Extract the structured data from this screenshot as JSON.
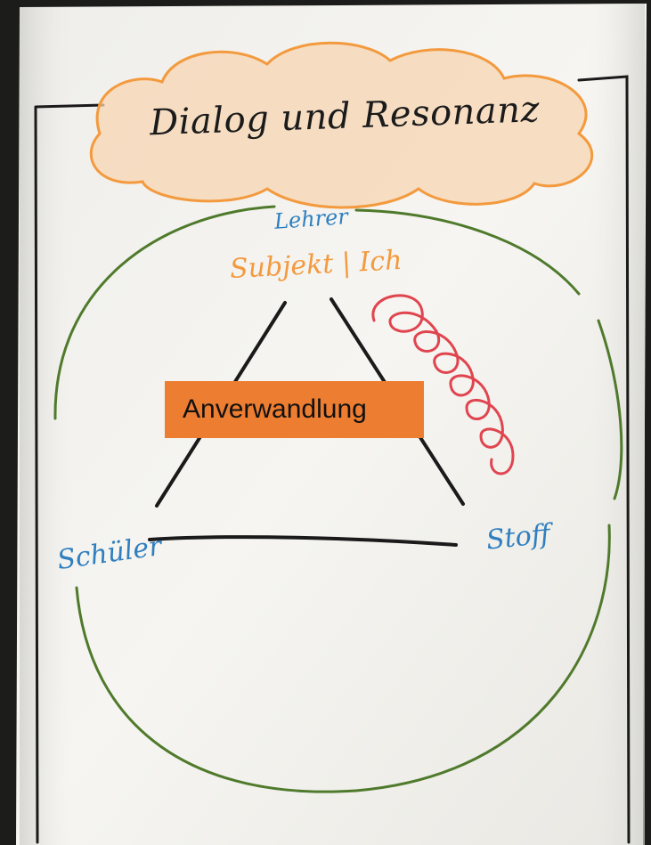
{
  "flipchart": {
    "title": "Dialog und Resonanz",
    "top_label": "Lehrer",
    "top_sublabel": "Subjekt | Ich",
    "bottom_left_label": "Schüler",
    "bottom_right_label": "Stoff",
    "overlay_box": {
      "text": "Anverwandlung",
      "background": "#ed7d31"
    }
  },
  "colors": {
    "paper": "#f4f3ee",
    "cloud_outline": "#f39a3e",
    "cloud_fill": "#f7cfa6",
    "circle": "#4f7a2c",
    "triangle": "#1a1a1a",
    "spiral": "#e0454f",
    "blue_marker": "#2f7fc0",
    "orange_marker": "#f39a3e",
    "frame_black": "#1a1a1a"
  }
}
